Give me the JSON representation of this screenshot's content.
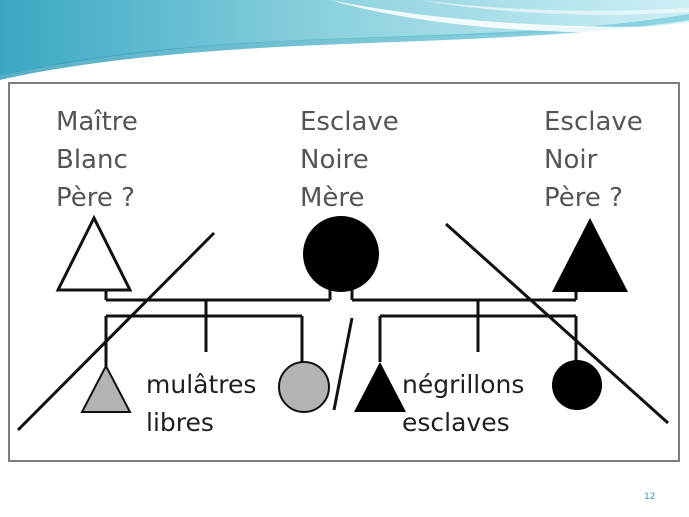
{
  "colors": {
    "wave_light": "#bfe8ef",
    "wave_mid": "#6cc4d6",
    "wave_dark": "#2d9bb8",
    "frame_border": "#7d7d7d",
    "label_text": "#555555",
    "line_black": "#111111",
    "shape_gray": "#b3b3b3"
  },
  "persons": {
    "master": {
      "line1": "Maître",
      "line2": "Blanc",
      "line3": "Père ?",
      "shape": "triangle",
      "fill": "white"
    },
    "mother": {
      "line1": "Esclave",
      "line2": "Noire",
      "line3": "Mère",
      "shape": "circle",
      "fill": "black"
    },
    "slave_father": {
      "line1": "Esclave",
      "line2": "Noir",
      "line3": "Père ?",
      "shape": "triangle",
      "fill": "black"
    }
  },
  "groups": {
    "left": {
      "line1": "mulâtres",
      "line2": "libres",
      "fill": "gray"
    },
    "right": {
      "line1": "négrillons",
      "line2": "esclaves",
      "fill": "black"
    }
  },
  "footer": {
    "slide_number": "12"
  }
}
